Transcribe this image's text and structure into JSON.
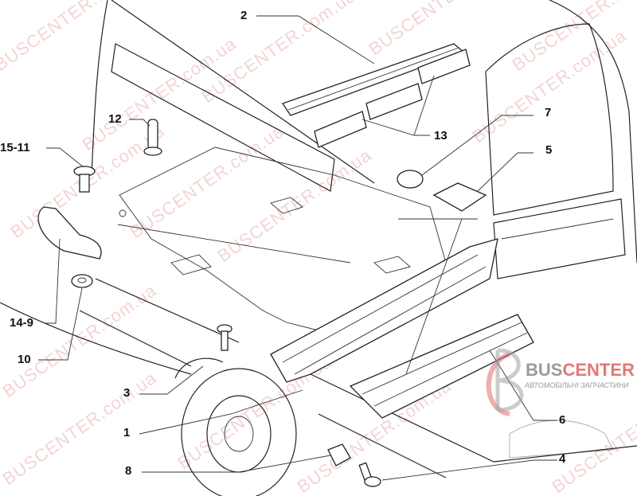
{
  "watermark": "BUSCENTER.com.ua",
  "logo": {
    "bus": "BUS",
    "center": "CENTER",
    "subtitle": "АВТОМОБІЛЬНІ ЗАПЧАСТИНИ"
  },
  "callouts": {
    "c2": "2",
    "c7": "7",
    "c13": "13",
    "c12": "12",
    "c15_11": "15-11",
    "c5": "5",
    "c14_9": "14-9",
    "c10": "10",
    "c3": "3",
    "c1": "1",
    "c6": "6",
    "c4": "4",
    "c8": "8"
  },
  "colors": {
    "watermark": "#e8a0a0",
    "logo_red": "#e06060",
    "logo_gray": "#8a8a8a"
  }
}
